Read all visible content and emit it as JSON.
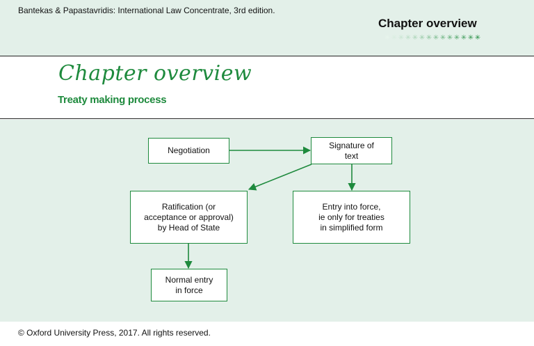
{
  "header": {
    "source": "Bantekas & Papastavridis: International Law Concentrate, 3rd edition.",
    "title": "Chapter overview",
    "progress_total": 14,
    "progress_done": 14,
    "colors": {
      "band": "#e3f0e9",
      "accent": "#1e8a3d"
    }
  },
  "title_band": {
    "script_title": "Chapter overview",
    "subtitle": "Treaty making process"
  },
  "diagram": {
    "nodes": {
      "negotiation": "Negotiation",
      "signature": "Signature of\ntext",
      "ratification": "Ratification (or\nacceptance or approval)\nby Head of State",
      "entry_simplified": "Entry into force,\nie only for treaties\nin simplified form",
      "normal_entry": "Normal entry\nin force"
    }
  },
  "footer": {
    "copyright": "© Oxford University Press, 2017. All rights reserved."
  }
}
